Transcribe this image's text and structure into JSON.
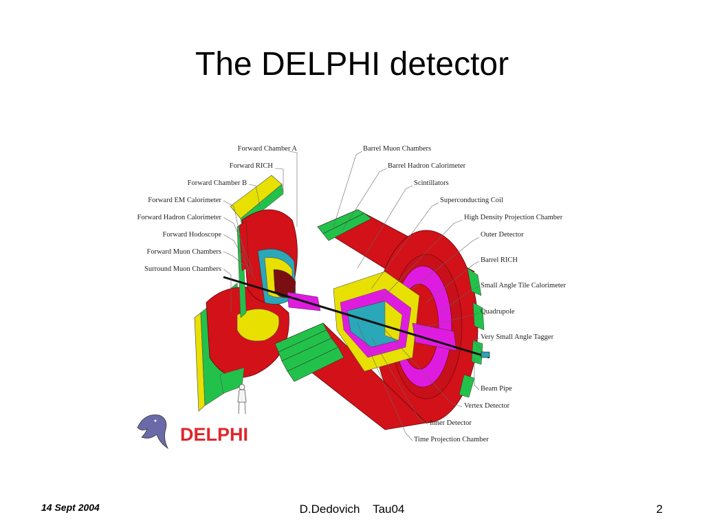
{
  "slide": {
    "title": "The DELPHI detector",
    "footer_date": "14 Sept 2004",
    "footer_center": "D.Dedovich    Tau04",
    "page_number": "2"
  },
  "logo": {
    "text": "DELPHI",
    "color": "#e0262b",
    "icon": "dolphin-icon"
  },
  "colors": {
    "red": "#d31118",
    "green": "#22c24a",
    "yellow": "#e8e000",
    "magenta": "#e01be0",
    "cyan": "#2aa7b8",
    "darkred": "#7a0e12"
  },
  "labels_left": [
    "Forward Chamber A",
    "Forward RICH",
    "Forward Chamber B",
    "Forward EM Calorimeter",
    "Forward Hadron Calorimeter",
    "Forward Hodoscope",
    "Forward Muon Chambers",
    "Surround Muon Chambers"
  ],
  "labels_right": [
    "Barrel Muon Chambers",
    "Barrel Hadron Calorimeter",
    "Scintillators",
    "Superconducting Coil",
    "High Density Projection Chamber",
    "Outer Detector",
    "Barrel RICH",
    "Small Angle Tile Calorimeter",
    "Quadrupole",
    "Very Small Angle Tagger",
    "Beam Pipe",
    "Vertex Detector",
    "Inner Detector",
    "Time Projection Chamber"
  ]
}
